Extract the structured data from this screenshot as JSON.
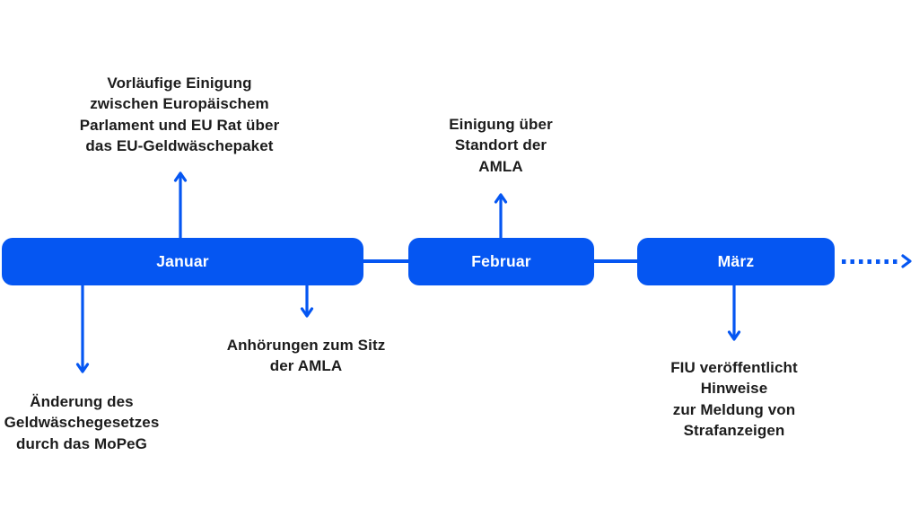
{
  "palette": {
    "brand_blue": "#0556f2",
    "text_color": "#1c1c1c",
    "background": "#ffffff",
    "box_text": "#ffffff"
  },
  "timeline": {
    "type": "horizontal-timeline",
    "months": [
      {
        "label": "Januar"
      },
      {
        "label": "Februar"
      },
      {
        "label": "März"
      }
    ],
    "annotations": [
      {
        "attached_to": "Januar",
        "direction": "above",
        "text": "Vorläufige Einigung\nzwischen Europäischem\nParlament und EU Rat über\ndas EU-Geldwäschepaket"
      },
      {
        "attached_to": "Januar",
        "direction": "below",
        "text": "Änderung des\nGeldwäschegesetzes\ndurch das MoPeG"
      },
      {
        "attached_to": "Januar",
        "direction": "below",
        "text": "Anhörungen zum Sitz\nder AMLA"
      },
      {
        "attached_to": "Februar",
        "direction": "above",
        "text": "Einigung über\nStandort der\nAMLA"
      },
      {
        "attached_to": "März",
        "direction": "below",
        "text": "FIU veröffentlicht Hinweise\nzur Meldung von\nStrafanzeigen"
      }
    ],
    "continuation": "dotted-arrow-right"
  }
}
